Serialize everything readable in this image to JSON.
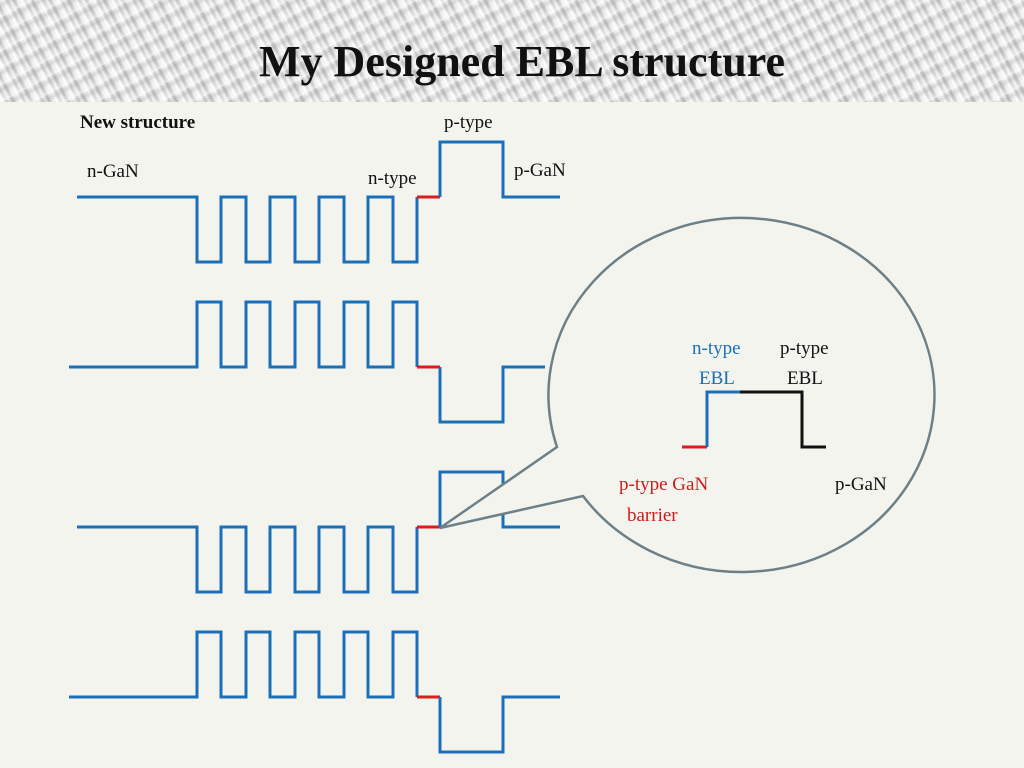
{
  "title": "My Designed EBL structure",
  "labels": {
    "new_structure": "New structure",
    "n_gan": "n-GaN",
    "n_type": "n-type",
    "p_type": "p-type",
    "p_gan": "p-GaN"
  },
  "callout": {
    "n_type_ebl_line1": "n-type",
    "n_type_ebl_line2": "EBL",
    "p_type_ebl_line1": "p-type",
    "p_type_ebl_line2": "EBL",
    "barrier_line1": "p-type GaN",
    "barrier_line2": "barrier",
    "p_gan": "p-GaN"
  },
  "colors": {
    "band_line": "#1a6fb8",
    "barrier_highlight": "#d81e1e",
    "p_ebl_line": "#111111",
    "callout_border": "#6e8087",
    "callout_fill": "#f4f4ef"
  }
}
